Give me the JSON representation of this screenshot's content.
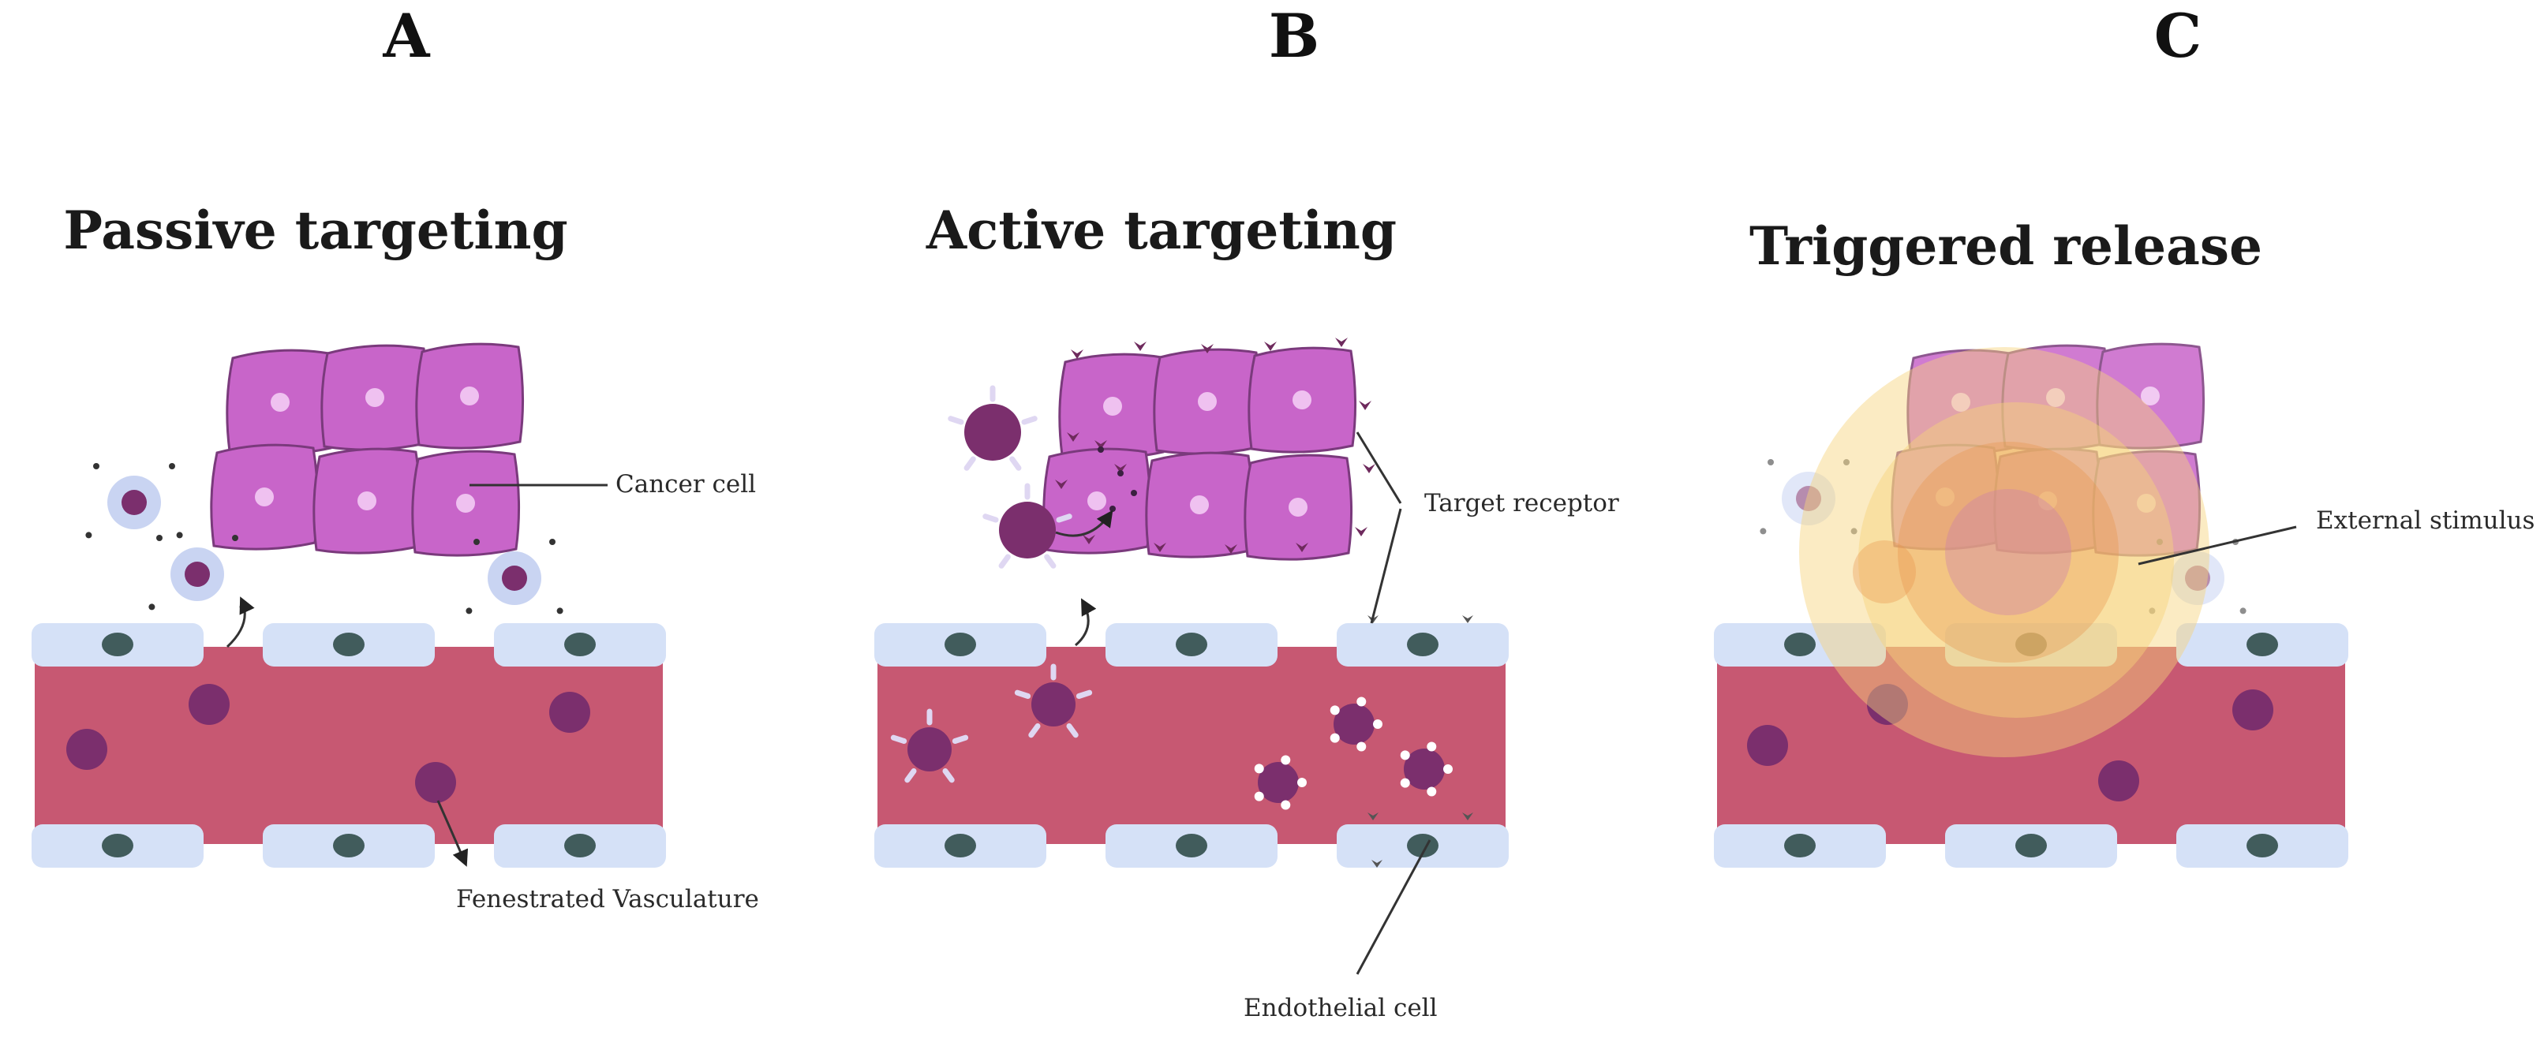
{
  "panels": [
    {
      "letter": "A",
      "title": "Passive targeting"
    },
    {
      "letter": "B",
      "title": "Active targeting"
    },
    {
      "letter": "C",
      "title": "Triggered release"
    }
  ],
  "labels": {
    "cancer_cell": "Cancer cell",
    "fenestrated_vasculature": "Fenestrated Vasculature",
    "target_receptor": "Target receptor",
    "endothelial_cell": "Endothelial cell",
    "external_stimulus": "External stimulus"
  },
  "colors": {
    "vessel": "#c75872",
    "endothelial": "#d5e1f7",
    "nucleus": "#415c5c",
    "cancer_cell": "#c865c9",
    "cancer_nucleus": "#efc1f0",
    "nanoparticle": "#7b2f6d",
    "nanoparticle_halo": "#b7c5ee",
    "ligand": "#dfd7f2",
    "receptor": "#6e2a5d",
    "stimulus_outer": "#f7d27a",
    "stimulus_inner": "#e8914a"
  }
}
